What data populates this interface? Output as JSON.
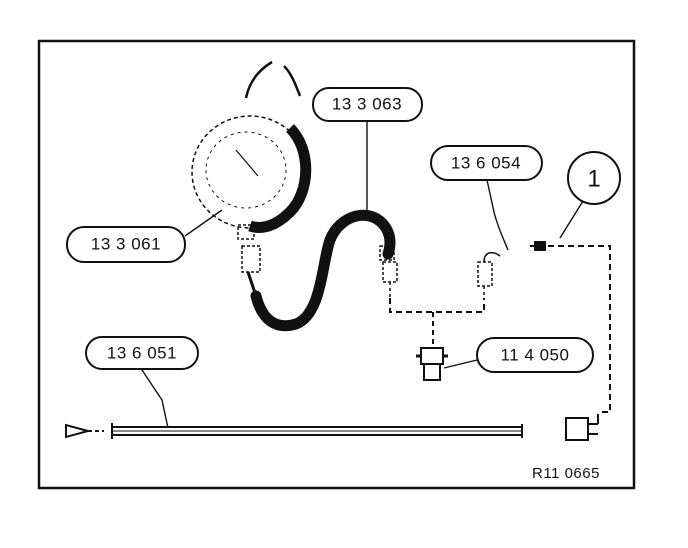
{
  "colors": {
    "ink": "#111111",
    "paper": "#ffffff"
  },
  "labels": {
    "part_133063": "13 3 063",
    "part_136054": "13 6 054",
    "part_133061": "13 3 061",
    "part_136051": "13 6 051",
    "part_114050": "11 4 050",
    "callout_1": "1"
  },
  "reference_code": "R11 0665"
}
